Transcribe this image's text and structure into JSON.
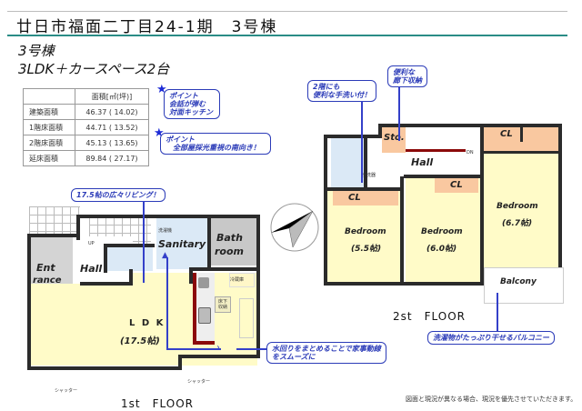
{
  "header": {
    "title": "廿日市福面二丁目24-1期　3号棟",
    "subtitle_building": "3号棟",
    "subtitle_layout": "3LDK＋カースペース2台"
  },
  "area_table": {
    "header": [
      "",
      "面積[㎡(坪)]"
    ],
    "rows": [
      {
        "label": "建築面積",
        "value": "46.37 ( 14.02)"
      },
      {
        "label": "1階床面積",
        "value": "44.71 ( 13.52)"
      },
      {
        "label": "2階床面積",
        "value": "45.13 ( 13.65)"
      },
      {
        "label": "延床面積",
        "value": "89.84 ( 27.17)"
      }
    ]
  },
  "points": [
    {
      "line1": "ポイント",
      "line2": "会話が弾む",
      "line3": "対面キッチン"
    },
    {
      "line1": "ポイント",
      "line2": "全部屋採光重視の南向き！"
    }
  ],
  "callouts": {
    "living": "17.5帖の広々リビング！",
    "washbasin_l1": "2階にも",
    "washbasin_l2": "便利な手洗い付！",
    "storage_l1": "便利な",
    "storage_l2": "廊下収納",
    "water_l1": "水回りをまとめることで家事動線",
    "water_l2": "をスムーズに",
    "balcony": "洗濯物がたっぷり干せるバルコニー"
  },
  "floor1": {
    "label": "1st　FLOOR",
    "rooms": {
      "entrance_l1": "Ent",
      "entrance_l2": "rance",
      "hall": "Hall",
      "sanitary": "Sanitary",
      "bath_l1": "Bath",
      "bath_l2": "room",
      "ldk": "L D K",
      "ldk_size": "(17.5帖)"
    },
    "small_labels": {
      "up": "UP",
      "washer": "洗濯機",
      "fridge": "冷蔵庫",
      "underfloor_l1": "床下",
      "underfloor_l2": "収納",
      "shutter1": "シャッター",
      "shutter2": "シャッター"
    }
  },
  "floor2": {
    "label": "2st　FLOOR",
    "rooms": {
      "storage": "Sto.",
      "hall": "Hall",
      "cl1": "CL",
      "cl2": "CL",
      "cl3": "CL",
      "bedroom1": "Bedroom",
      "bedroom1_size": "(5.5帖)",
      "bedroom2": "Bedroom",
      "bedroom2_size": "(6.0帖)",
      "bedroom3": "Bedroom",
      "bedroom3_size": "(6.7帖)",
      "balcony": "Balcony"
    },
    "small_labels": {
      "dn": "DN",
      "washbasin": "手洗器"
    }
  },
  "compass": {
    "icon": "north-arrow-icon"
  },
  "footer_note": "図面と現況が異なる場合、現況を優先させていただきます。",
  "colors": {
    "title_bar": "#2a8c86",
    "callout_blue": "#2b3bb8",
    "room_yellow": "#fffbc8",
    "closet_orange": "#f9c8a0",
    "wet_blue": "#dbe9f6",
    "bath_gray": "#c8c8c8",
    "wall": "#2b2b2b",
    "kitchen_red": "#8b0a0a"
  }
}
